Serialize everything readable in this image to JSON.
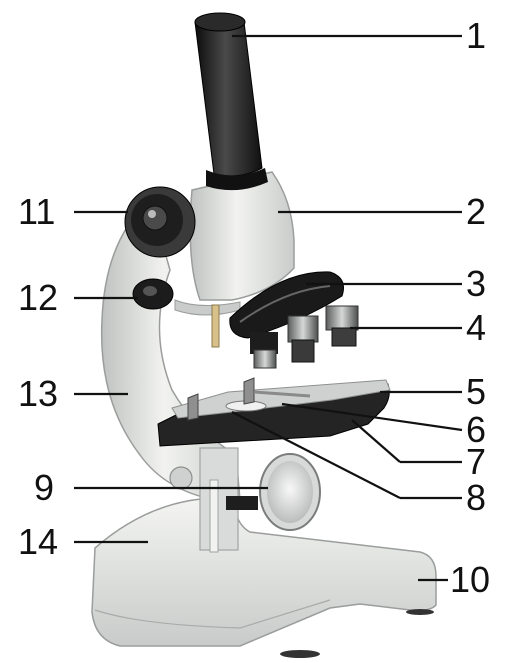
{
  "diagram": {
    "labels": {
      "eyepiece": "1",
      "body_tube": "2",
      "nosepiece": "3",
      "objective_lens": "4",
      "stage": "5",
      "stage_clip": "6",
      "aperture": "7",
      "diaphragm": "8",
      "mirror": "9",
      "base": "10",
      "coarse_focus": "11",
      "fine_focus": "12",
      "arm": "13",
      "pillar": "14"
    }
  }
}
